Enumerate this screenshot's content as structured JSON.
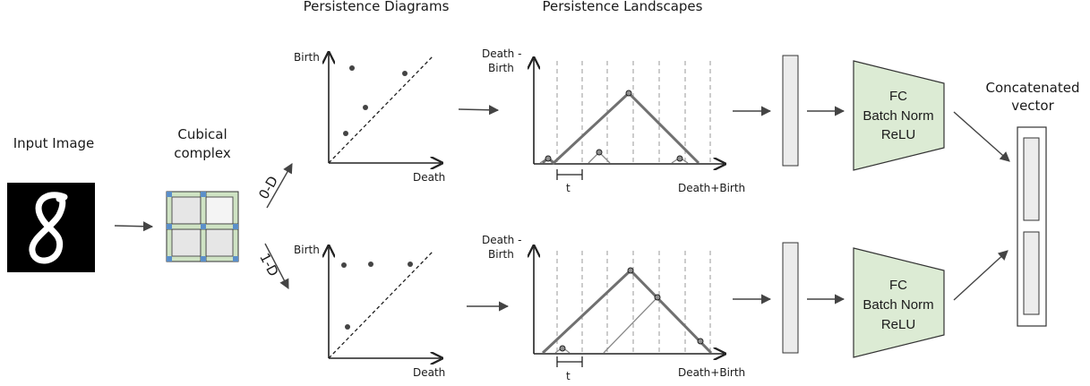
{
  "headers": {
    "pd": "Persistence Diagrams",
    "pl": "Persistence Landscapes"
  },
  "input": {
    "label": "Input Image"
  },
  "cubical": {
    "line1": "Cubical",
    "line2": "complex"
  },
  "branch": {
    "top": "0-D",
    "bottom": "1-D"
  },
  "diagram_axes": {
    "y": "Birth",
    "x": "Death"
  },
  "landscape_axes": {
    "y1": "Death -",
    "y2": "Birth",
    "x": "Death+Birth",
    "t": "t"
  },
  "fc_block": {
    "line1": "FC",
    "line2": "Batch Norm",
    "line3": "ReLU"
  },
  "output": {
    "line1": "Concatenated",
    "line2": "vector"
  },
  "colors": {
    "fc_fill": "#dcebd4",
    "cell_fill": "#e6e6e6",
    "vector_fill": "#ececec",
    "cubical_green": "#cfe3c4"
  }
}
